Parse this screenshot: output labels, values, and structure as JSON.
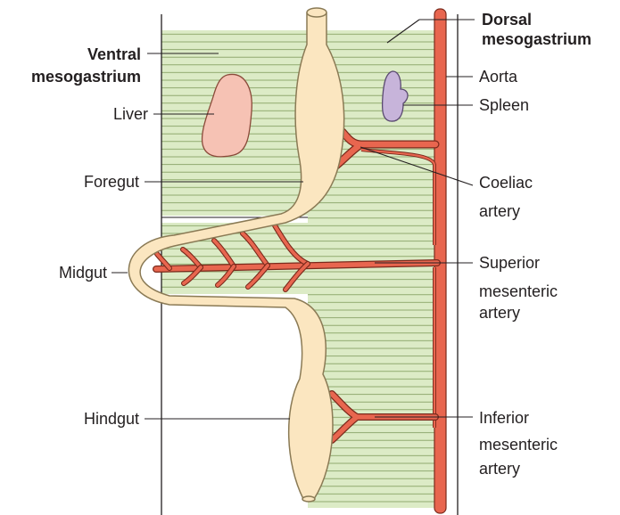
{
  "labels": {
    "ventral_line1": "Ventral",
    "ventral_line2": "mesogastrium",
    "dorsal_line1": "Dorsal",
    "dorsal_line2": "mesogastrium",
    "aorta": "Aorta",
    "spleen": "Spleen",
    "liver": "Liver",
    "foregut": "Foregut",
    "midgut": "Midgut",
    "hindgut": "Hindgut",
    "coeliac_line1": "Coeliac",
    "coeliac_line2": "artery",
    "superior_line1": "Superior",
    "superior_line2": "mesenteric",
    "superior_line3": "artery",
    "inferior_line1": "Inferior",
    "inferior_line2": "mesenteric",
    "inferior_line3": "artery"
  },
  "colors": {
    "mesentery_fill": "#dcebc6",
    "mesentery_lines": "#7e9a5a",
    "gut_fill": "#fbe6c0",
    "gut_outline": "#8a7a55",
    "artery_fill": "#e8664f",
    "artery_outline": "#7a2a1c",
    "liver_fill": "#f6c2b4",
    "spleen_fill": "#c7b4da",
    "text": "#231f20"
  }
}
